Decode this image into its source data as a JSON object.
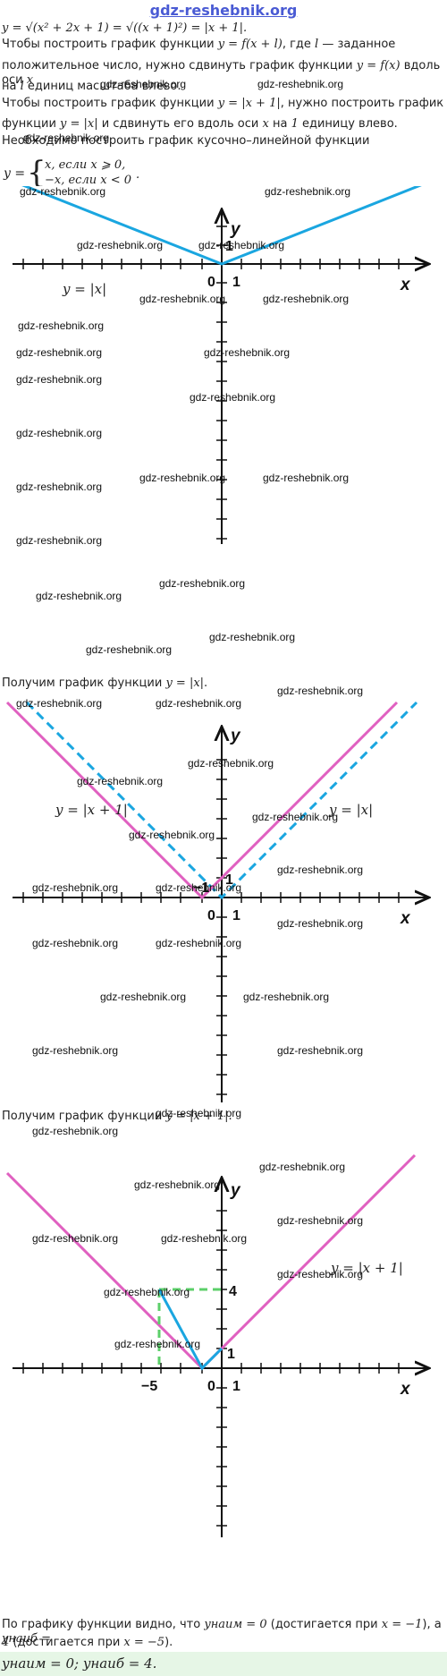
{
  "site": "gdz-reshebnik.org",
  "watermark": "gdz-reshebnik.org",
  "text": {
    "line1": "y = √(x² + 2x + 1) = √((x + 1)²) = |x + 1|.",
    "line2a": "Чтобы построить график функции",
    "line2m": "y = f(x + l)",
    "line2b": ", где",
    "line2c": "l",
    "line2d": "— заданное",
    "line3a": "положительное число, нужно сдвинуть график функции",
    "line3m": "y = f(x)",
    "line3b": "вдоль оси",
    "line3c": "x",
    "line4a": "на",
    "line4m": "l",
    "line4b": "единиц масштаба влево.",
    "line5a": "Чтобы построить график функции",
    "line5m": "y = |x + 1|",
    "line5b": ", нужно построить график",
    "line6a": "функции",
    "line6m": "y = |x|",
    "line6b": "и сдвинуть его вдоль оси",
    "line6c": "x",
    "line6d": "на",
    "line6e": "1",
    "line6f": "единицу влево.",
    "line7": "Необходимо построить график кусочно–линейной функции",
    "piece_y": "y =",
    "piece1": "x,  если x ⩾ 0,",
    "piece2": "−x,  если x < 0",
    "piece_dot": ".",
    "caption1a": "Получим график функции",
    "caption1m": "y = |x|",
    "caption1b": ".",
    "caption2a": "Получим график функции",
    "caption2m": "y = |x + 1|",
    "caption2b": ".",
    "concl1a": "По графику функции видно, что",
    "concl1m": "yнаим = 0",
    "concl1b": "(достигается при",
    "concl1c": "x = −1",
    "concl1d": "), а",
    "concl1e": "yнаиб =",
    "concl2a": "4",
    "concl2b": "(достигается при",
    "concl2c": "x = −5",
    "concl2d": ").",
    "answer": "yнаим = 0; yнаиб = 4."
  },
  "graph1": {
    "y_label": "y",
    "x_label": "x",
    "origin": "0",
    "one_x": "1",
    "one_y": "1",
    "curve_label": "y = |x|",
    "color": "#1aa6e0"
  },
  "graph2": {
    "y_label": "y",
    "x_label": "x",
    "origin": "0",
    "one_x": "1",
    "one_y": "1",
    "minus_one": "−1",
    "curve_label": "y = |x + 1|",
    "dashed_label": "y = |x|",
    "color_solid": "#e060c0",
    "color_dashed": "#1aa6e0"
  },
  "graph3": {
    "y_label": "y",
    "x_label": "x",
    "origin": "0",
    "one_x": "1",
    "one_y": "1",
    "minus_five": "−5",
    "four": "4",
    "curve_label": "y = |x + 1|",
    "color_solid": "#e060c0",
    "color_segment": "#1aa6e0",
    "color_dashed": "#5ccf6a"
  }
}
